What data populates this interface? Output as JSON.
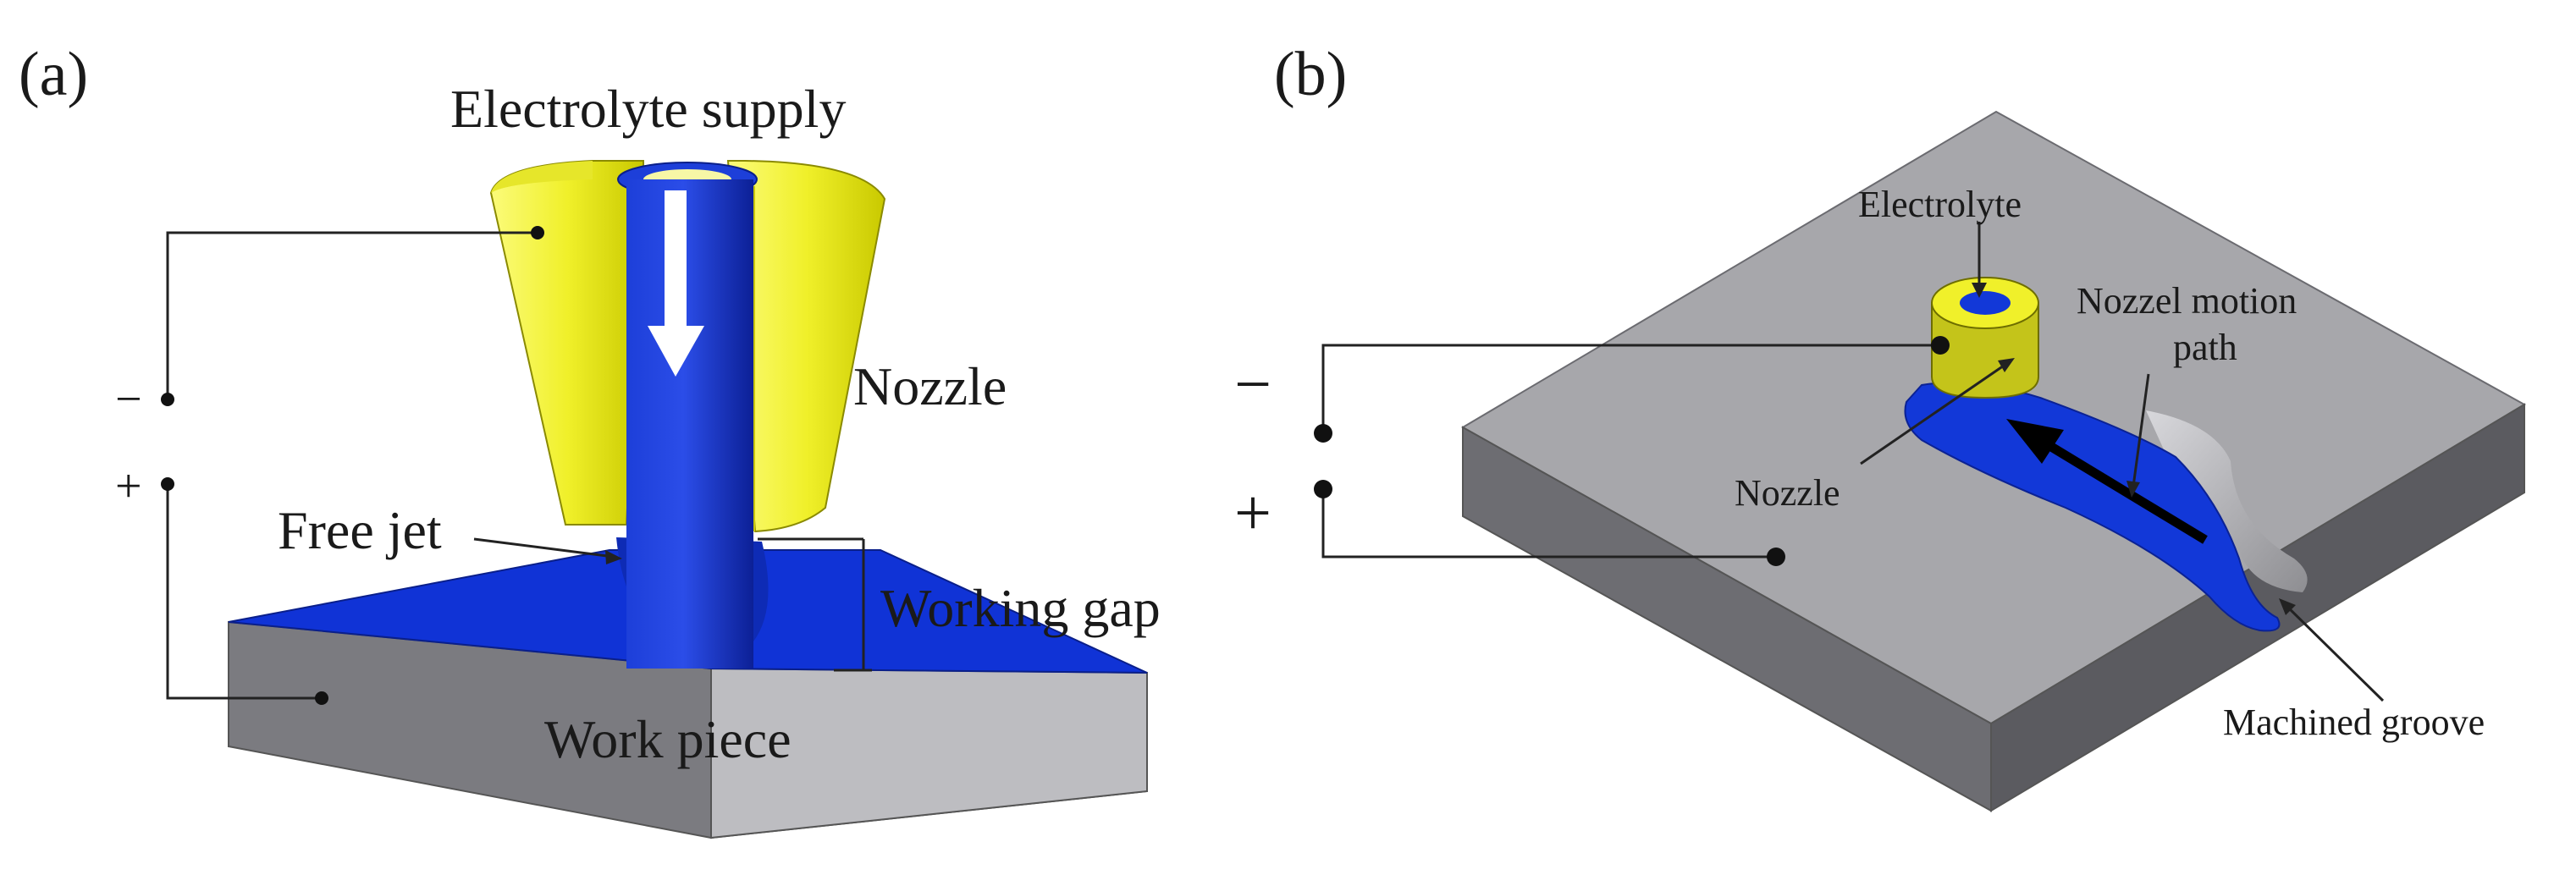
{
  "panel_a": {
    "label": "(a)",
    "electrolyte_supply": "Electrolyte supply",
    "nozzle": "Nozzle",
    "free_jet": "Free jet",
    "working_gap": "Working gap",
    "work_piece": "Work piece",
    "minus": "−",
    "plus": "+"
  },
  "panel_b": {
    "label": "(b)",
    "electrolyte": "Electrolyte",
    "nozzle_motion_path_line1": "Nozzel motion",
    "nozzle_motion_path_line2": "path",
    "nozzle": "Nozzle",
    "machined_groove": "Machined groove",
    "minus": "−",
    "plus": "+"
  },
  "colors": {
    "nozzle_yellow": "#f2f23a",
    "electrolyte_blue": "#1238d8",
    "workpiece_top": "#a9a9ad",
    "workpiece_side": "#6f6f74",
    "workpiece_light": "#c8c8cc"
  }
}
